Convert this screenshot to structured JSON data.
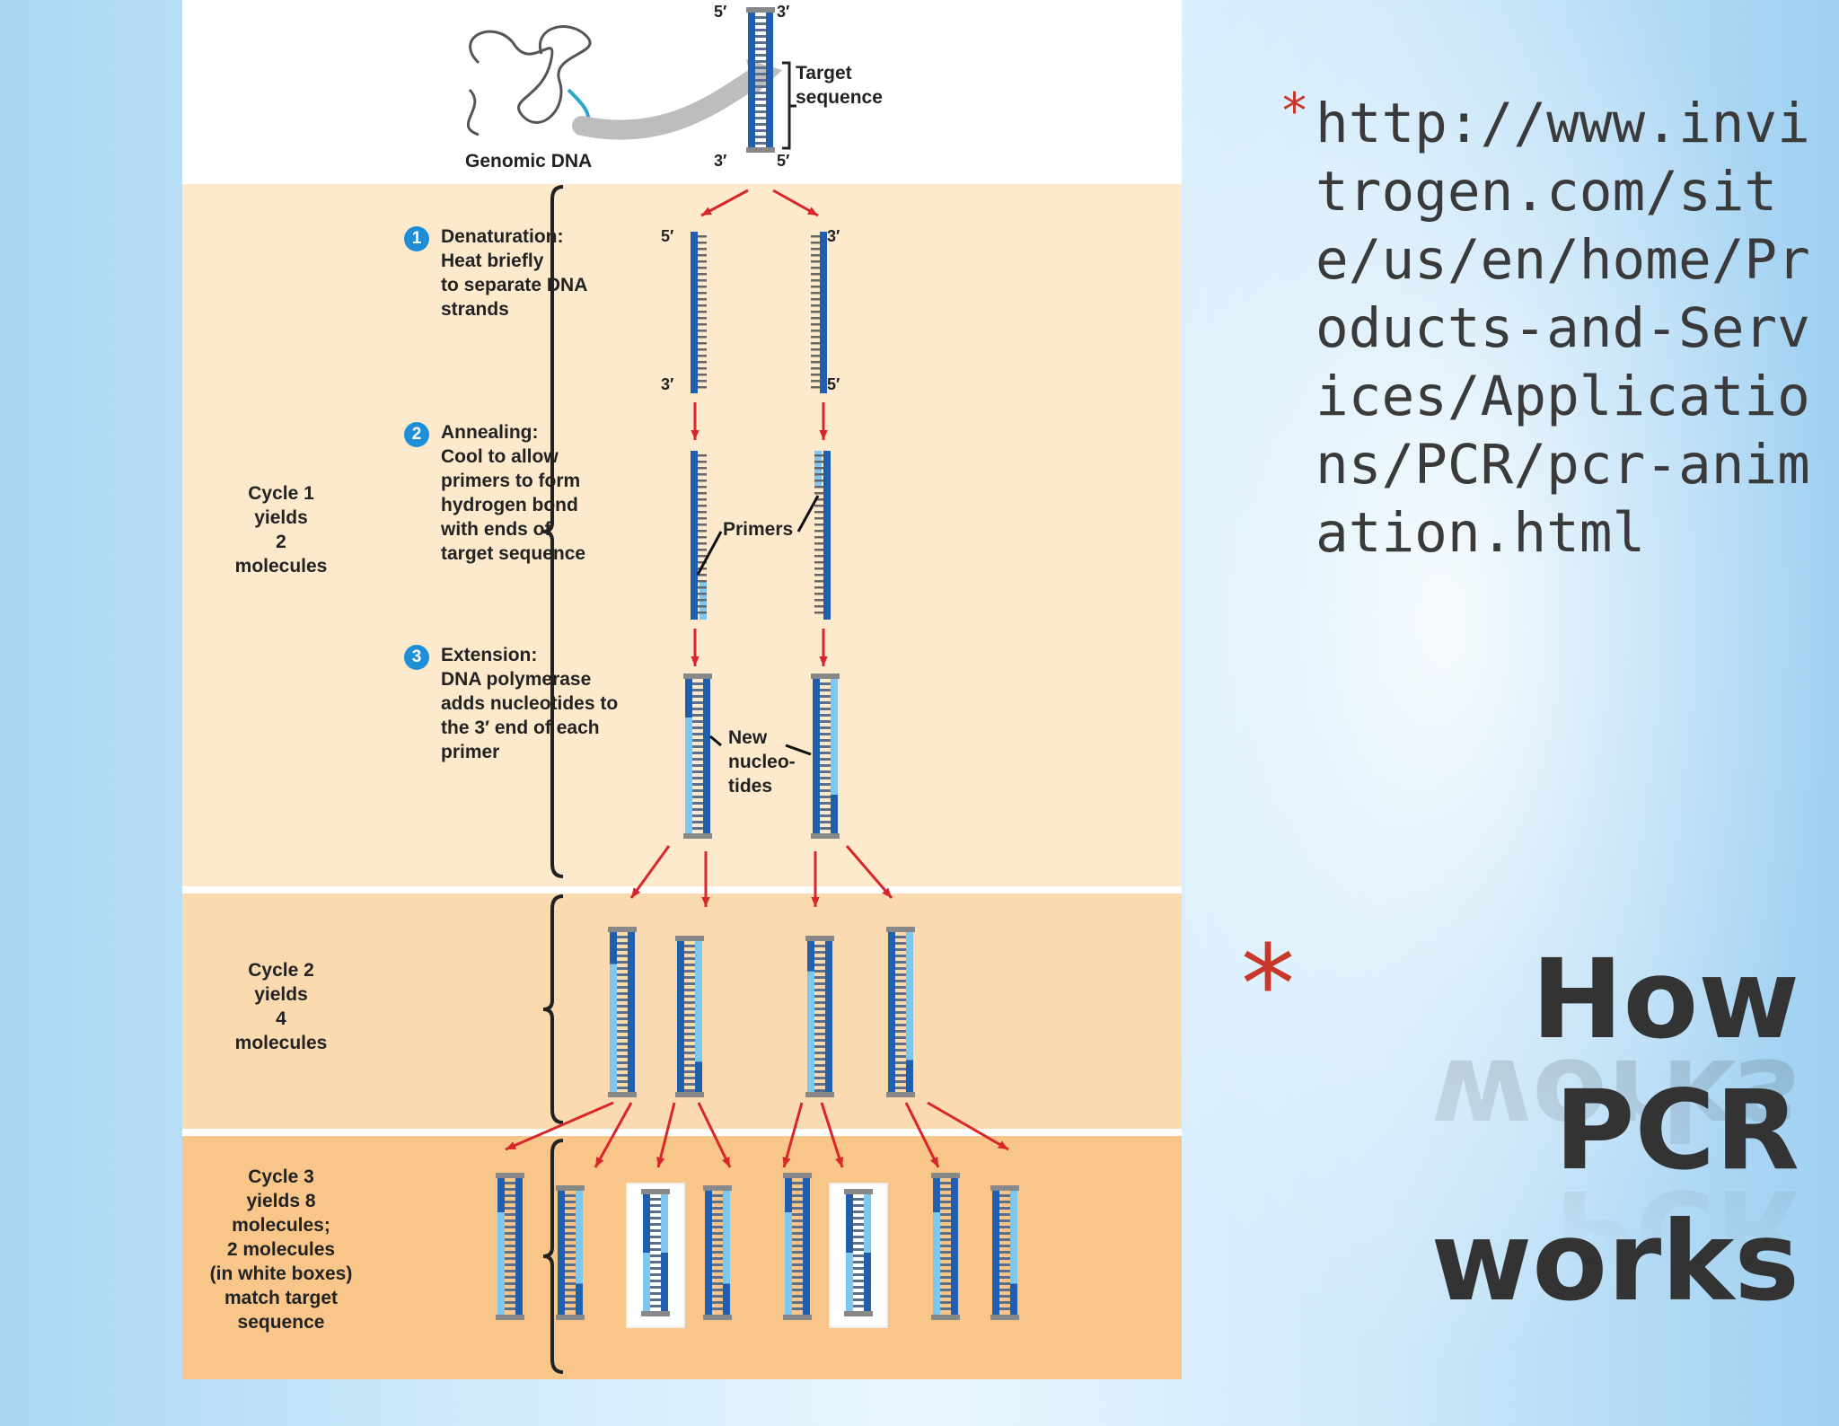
{
  "figure": {
    "labels": {
      "five_prime": "5′",
      "three_prime": "3′",
      "target_sequence": "Target\nsequence",
      "genomic_dna": "Genomic DNA",
      "primers": "Primers",
      "new_nucleotides": "New\nnucleo-\ntides"
    },
    "steps": [
      {
        "number": "1",
        "text": "Denaturation:\nHeat briefly\nto separate DNA\nstrands"
      },
      {
        "number": "2",
        "text": "Annealing:\nCool to allow\nprimers to form\nhydrogen bond\nwith ends of\ntarget sequence"
      },
      {
        "number": "3",
        "text": "Extension:\nDNA polymerase\nadds nucleotides to\nthe 3′ end of each\nprimer"
      }
    ],
    "cycles": [
      {
        "text": "Cycle 1\nyields\n2\nmolecules"
      },
      {
        "text": "Cycle 2\nyields\n4\nmolecules"
      },
      {
        "text": "Cycle 3\nyields 8\nmolecules;\n2 molecules\n(in white boxes)\nmatch target\nsequence"
      }
    ]
  },
  "slide": {
    "url_text": "http://www.invitrogen.com/site/us/en/home/Products-and-Services/Applications/PCR/pcr-animation.html",
    "title": "How PCR works",
    "bullet_char": "*"
  },
  "colors": {
    "dna_dark": "#1f5fae",
    "dna_light": "#7ec8ee",
    "arrow": "#d9262a",
    "bullet": "#c7372a"
  }
}
